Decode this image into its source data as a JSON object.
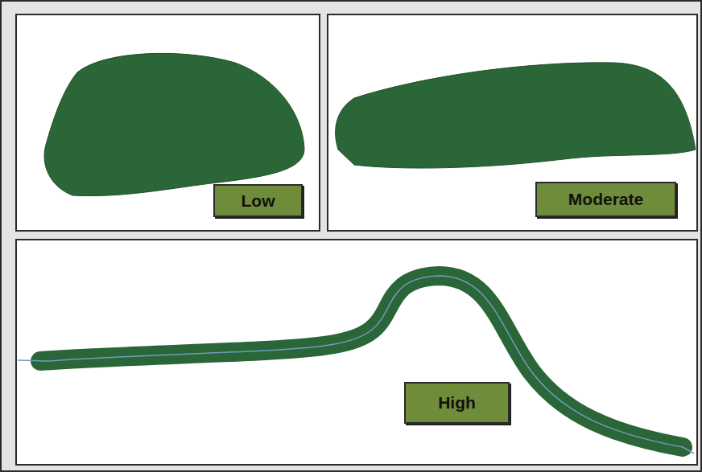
{
  "diagram": {
    "nodes": [
      {
        "text": [
          "Low"
        ]
      },
      {
        "text": [
          "Moderate"
        ]
      },
      {
        "text": [
          "High"
        ]
      }
    ]
  }
}
